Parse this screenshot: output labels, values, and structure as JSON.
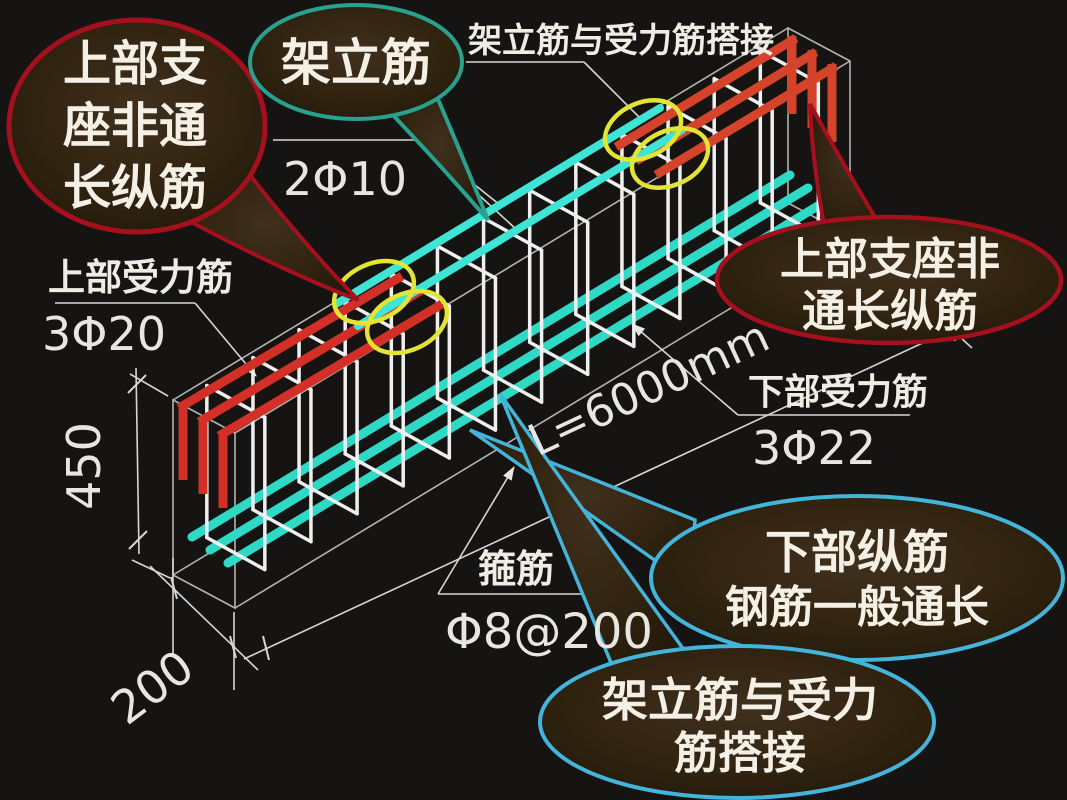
{
  "callouts": {
    "top_left": {
      "lines": [
        "上部支",
        "座非通",
        "长纵筋"
      ],
      "border_color": "#a60f1d"
    },
    "erection": {
      "label": "架立筋",
      "border_color": "#2aa08f"
    },
    "top_right": {
      "lines": [
        "上部支座非",
        "通长纵筋"
      ],
      "border_color": "#a60f1d"
    },
    "bottom_right": {
      "lines": [
        "下部纵筋",
        "钢筋一般通长"
      ],
      "border_color": "#44b4da"
    },
    "bottom": {
      "lines": [
        "架立筋与受力",
        "筋搭接"
      ],
      "border_color": "#44b4da"
    }
  },
  "annotations": {
    "top_lap_note": "架立筋与受力筋搭接",
    "erection_bar_spec": "2Φ10",
    "top_main_bar_label": "上部受力筋",
    "top_main_bar_spec": "3Φ20",
    "bottom_main_bar_label": "下部受力筋",
    "bottom_main_bar_spec": "3Φ22",
    "stirrup_label": "箍筋",
    "stirrup_spec": "Φ8@200"
  },
  "dimensions": {
    "height": "450",
    "width": "200",
    "length": "L=6000mm"
  },
  "colors": {
    "background": "#151412",
    "top_bar_red": "#d22f26",
    "top_bar_red_right": "#d4432a",
    "erection_bar_cyan": "#3ee4d4",
    "bottom_bar_cyan": "#2ed9c6",
    "stirrup_white": "#efefef",
    "concrete_outline": "#b5b3ae",
    "dim_line": "#d6d6d6",
    "highlight_yellow": "#e3e434",
    "callout_red_border": "#a60f1d",
    "callout_teal_border": "#2aa08f",
    "callout_blue_border": "#44b4da",
    "callout_fill_dark": "#241a10",
    "text_white": "#f5f0e6"
  }
}
